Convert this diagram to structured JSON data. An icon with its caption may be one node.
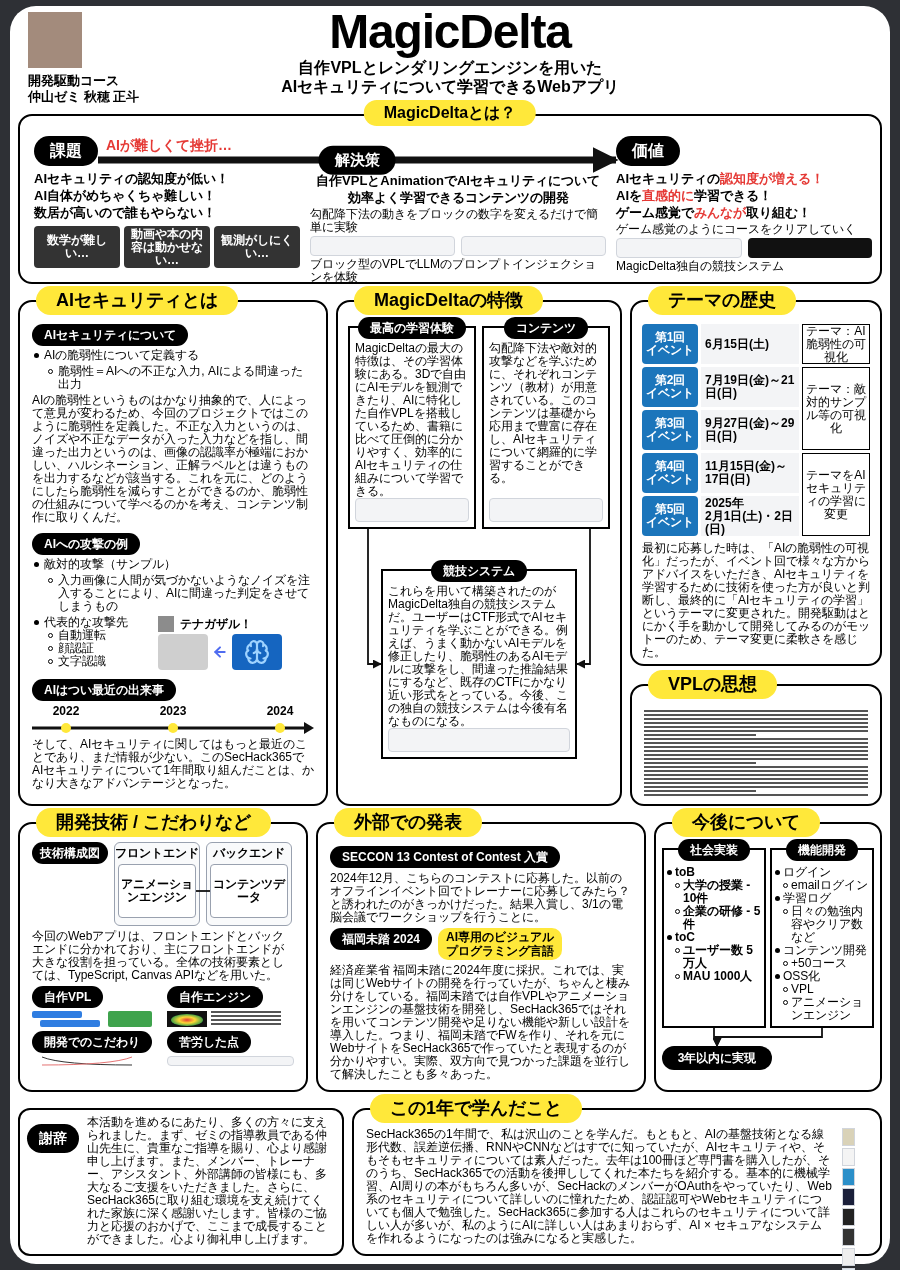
{
  "diagram": {
    "title": "MagicDelta",
    "nodes": [
      {
        "text": [
          "MagicDeltaとは？"
        ]
      },
      {
        "text": [
          "課題"
        ],
        "in": 0,
        "beside": [
          "AIが難しくて挫折…"
        ]
      },
      {
        "text": [
          "価値"
        ],
        "in": 0
      },
      {
        "text": [
          "数学が難しい…"
        ],
        "in": 0
      },
      {
        "text": [
          "動画や本の内容は動かせない…"
        ],
        "in": 0
      },
      {
        "text": [
          "観測がしにくい…"
        ],
        "in": 0
      },
      {
        "text": [
          "AIセキュリティとは"
        ]
      },
      {
        "text": [
          "AIセキュリティについて"
        ],
        "in": 6
      },
      {
        "text": [
          "AIへの攻撃の例"
        ],
        "in": 6
      },
      {
        "text": [
          "AIはつい最近の出来事"
        ],
        "in": 6
      },
      {
        "text": [
          "MagicDeltaの特徴"
        ]
      },
      {
        "text": [
          "最高の学習体験",
          "MagicDeltaの最大の特徴は、その学習体験にある。3Dで自由にAIモデルを観測できたり、AIに特化した自作VPLを搭載しているため、書籍に比べて圧倒的に分かりやすく、効率的にAIセキュリティの仕組みについて学習できる。"
        ],
        "in": 10
      },
      {
        "text": [
          "コンテンツ",
          "勾配降下法や敵対的攻撃などを学ぶために、それぞれコンテンツ（教材）が用意されている。このコンテンツは基礎から応用まで豊富に存在し、AIセキュリティについて網羅的に学習することができる。"
        ],
        "in": 10
      },
      {
        "text": [
          "競技システム",
          "これらを用いて構築されたのがMagicDelta独自の競技システムだ。ユーザーはCTF形式でAIセキュリティを学ぶことができる。例えば、うまく動かないAIモデルを修正したり、脆弱性のあるAIモデルに攻撃をし、間違った推論結果にするなど、既存のCTFにかなり近い形式をとっている。今後、この独自の競技システムは今後有名なものになる。"
        ],
        "in": 10
      },
      {
        "text": [
          "テーマの歴史"
        ]
      },
      {
        "text": [
          "第1回",
          "イベント"
        ],
        "in": 14
      },
      {
        "text": [
          "第2回",
          "イベント"
        ],
        "in": 14
      },
      {
        "text": [
          "第3回",
          "イベント"
        ],
        "in": 14
      },
      {
        "text": [
          "第4回",
          "イベント"
        ],
        "in": 14
      },
      {
        "text": [
          "第5回",
          "イベント"
        ],
        "in": 14
      },
      {
        "text": [
          "テーマ：AI脆弱性の可視化"
        ],
        "in": 14
      },
      {
        "text": [
          "テーマ：敵対的サンプル等の可視化"
        ],
        "in": 14
      },
      {
        "text": [
          "テーマをAIセキュリティの学習に変更"
        ],
        "in": 14
      },
      {
        "text": [
          "VPLの思想"
        ]
      },
      {
        "text": [
          "開発技術 / こだわりなど"
        ]
      },
      {
        "text": [
          "技術構成図"
        ],
        "in": 24
      },
      {
        "text": [
          "フロントエンド"
        ],
        "in": 24
      },
      {
        "text": [
          "アニメーションエンジン"
        ],
        "in": 26
      },
      {
        "text": [
          "バックエンド"
        ],
        "in": 24
      },
      {
        "text": [
          "コンテンツデータ"
        ],
        "in": 28
      },
      {
        "text": [
          "自作VPL"
        ],
        "in": 24
      },
      {
        "text": [
          "自作エンジン"
        ],
        "in": 24
      },
      {
        "text": [
          "開発でのこだわり"
        ],
        "in": 24
      },
      {
        "text": [
          "苦労した点"
        ],
        "in": 24
      },
      {
        "text": [
          "謝辞",
          "本活動を進めるにあたり、多くの方々に支えられました。まず、ゼミの指導教員である仲山先生に、貴重なご指導を賜り、心より感謝申し上げます。また、メンバー、トレーナー、アシスタント、外部講師の皆様にも、多大なるご支援をいただきました。さらに、SecHack365に取り組む環境を支え続けてくれた家族に深く感謝いたします。皆様のご協力と応援のおかげで、ここまで成長することができました。心より御礼申し上げます。"
        ]
      },
      {
        "text": [
          "外部での発表"
        ]
      },
      {
        "text": [
          "SECCON 13 Contest of Contest 入賞"
        ],
        "in": 35
      },
      {
        "text": [
          "福岡未踏 2024"
        ],
        "in": 35
      },
      {
        "text": [
          "AI専用のビジュアルプログラミング言語"
        ],
        "in": 35
      },
      {
        "text": [
          "今後について"
        ]
      },
      {
        "text": [
          "社会実装",
          "toB",
          "大学の授業 - 10件",
          "企業の研修 - 5件",
          "toC",
          "ユーザー数 5万人",
          "MAU 1000人"
        ],
        "in": 39
      },
      {
        "text": [
          "機能開発",
          "ログイン",
          "emailログイン",
          "学習ログ",
          "日々の勉強内容やクリア数など",
          "コンテンツ開発",
          "+50コース",
          "OSS化",
          "VPL",
          "アニメーションエンジン"
        ],
        "in": 39
      },
      {
        "text": [
          "3年以内に実現"
        ],
        "in": 39
      },
      {
        "text": [
          "この1年で学んだこと"
        ]
      }
    ],
    "edges": [
      {
        "from": 1,
        "to": 2,
        "arrow": "to",
        "label": "解決策",
        "style": "thick"
      },
      {
        "from": 11,
        "to": 13,
        "arrow": "to"
      },
      {
        "from": 12,
        "to": 13,
        "arrow": "to"
      },
      {
        "from": 27,
        "to": 29,
        "arrow": "none"
      },
      {
        "from": 40,
        "to": 42,
        "arrow": "to"
      },
      {
        "from": 41,
        "to": 42,
        "arrow": "to"
      }
    ],
    "labels": [
      "開発駆動コース",
      "仲山ゼミ 秋穂 正斗",
      "自作VPLとレンダリングエンジンを用いた",
      "AIセキュリティについて学習できるWebアプリ",
      "AIセキュリティの認知度が低い！",
      "AI自体がめちゃくちゃ難しい！",
      "数居が高いので誰もやらない！",
      "自作VPLとAnimationでAIセキュリティについて効率よく学習できるコンテンツの開発",
      "AIセキュリティの**認知度が増える！**",
      "AIを**直感的に**学習できる！",
      "ゲーム感覚で**みんなが**取り組む！",
      "ブロック型のVPLでLLMのプロンプトインジェクションを体験",
      "勾配降下法の動きをブロックの数字を変えるだけで簡単に実験",
      "MagicDelta独自の競技システム",
      "ゲーム感覚のようにコースをクリアしていく",
      "AIの脆弱性について定義する",
      "脆弱性＝AIへの不正な入力, AIによる間違った出力",
      "AIの脆弱性というものはかなり抽象的で、人によって意見が変わるため、今回のプロジェクトではこのように脆弱性を定義した。不正な入力というのは、ノイズや不正なデータが入った入力などを指し、間違った出力というのは、画像の認識率が極端におかしい、ハルシネーション、正解ラベルとは違うものを出力するなどが該当する。これを元に、どのようにしたら脆弱性を減らすことができるのか、脆弱性の仕組みについて学べるのかを考え、コンテンツ制作に取りくんだ。",
      "敵対的攻撃（サンプル）",
      "入力画像に人間が気づかないようなノイズを注入することにより、AIに間違った判定をさせてしまうもの",
      "代表的な攻撃先",
      "自動運転",
      "顔認証",
      "文字認識",
      "テナガザル！",
      "2022",
      "2023",
      "2024",
      "そして、AIセキュリティに関してはもっと最近のことであり、まだ情報が少ない。このSecHack365でAIセキュリティについて1年間取り組んだことは、かなり大きなアドバンテージとなった。",
      "6月15日(土)",
      "7月19日(金)～21日(日)",
      "9月27日(金)～29日(日)",
      "11月15日(金)～17日(日)",
      "2025年",
      "2月1日(土)・2日(日)",
      "最初に応募した時は、「AIの脆弱性の可視化」だったが、イベント回で様々な方からアドバイスをいただき、AIセキュリティを学習するために技術を使った方が良いと判断し、最終的に「AIセキュリティの学習」というテーマに変更された。開発駆動はとにかく手を動かして開発してみるのがモットーのため、テーマ変更に柔軟さを感じた。",
      "今回のWebアプリは、フロントエンドとバックエンドに分かれており、主にフロントエンドが大きな役割を担っている。全体の技術要素としては、TypeScript, Canvas APIなどを用いた。",
      "2024年12月、こちらのコンテストに応募した。以前のオフラインイベント回でトレーナーに応募してみたら？と誘われたのがきっかけだった。結果入賞し、3/1の電脳会議でワークショップを行うことに。",
      "経済産業省 福岡未踏に2024年度に採択。これでは、実は同じWebサイトの開発を行っていたが、ちゃんと棲み分けをしている。福岡未踏では自作VPLやアニメーションエンジンの基盤技術を開発し、SecHack365ではそれを用いてコンテンツ開発や足りない機能や新しい設計を導入した。つまり、福岡未踏でFWを作り、それを元にWebサイトをSecHack365で作っていたと表現するのが分かりやすい。実際、双方向で見つかった課題を並行して解決したことも多々あった。",
      "SecHack365の1年間で、私は沢山のことを学んだ。もともと、AIの基盤技術となる線形代数、誤差逆伝播、RNNやCNNなどはすでに知っていたが、AIセキュリティや、そもそもセキュリティについては素人だった。去年は100冊ほど専門書を購入したが、そのうち、SecHack365での活動を後押ししてくれた本たちを紹介する。基本的に機械学習、AI周りの本がもちろん多いが、SecHackのメンバーがOAuthをやっていたり、Web系のセキュリティについて詳しいのに憧れたため、認証認可やWebセキュリティについても個人で勉強した。SecHack365に参加する人はこれらのセキュリティについて詳しい人が多いが、私のようにAIに詳しい人はあまりおらず、AI × セキュアなシステムを作れるようになったのは強みになると実感した。"
    ]
  }
}
